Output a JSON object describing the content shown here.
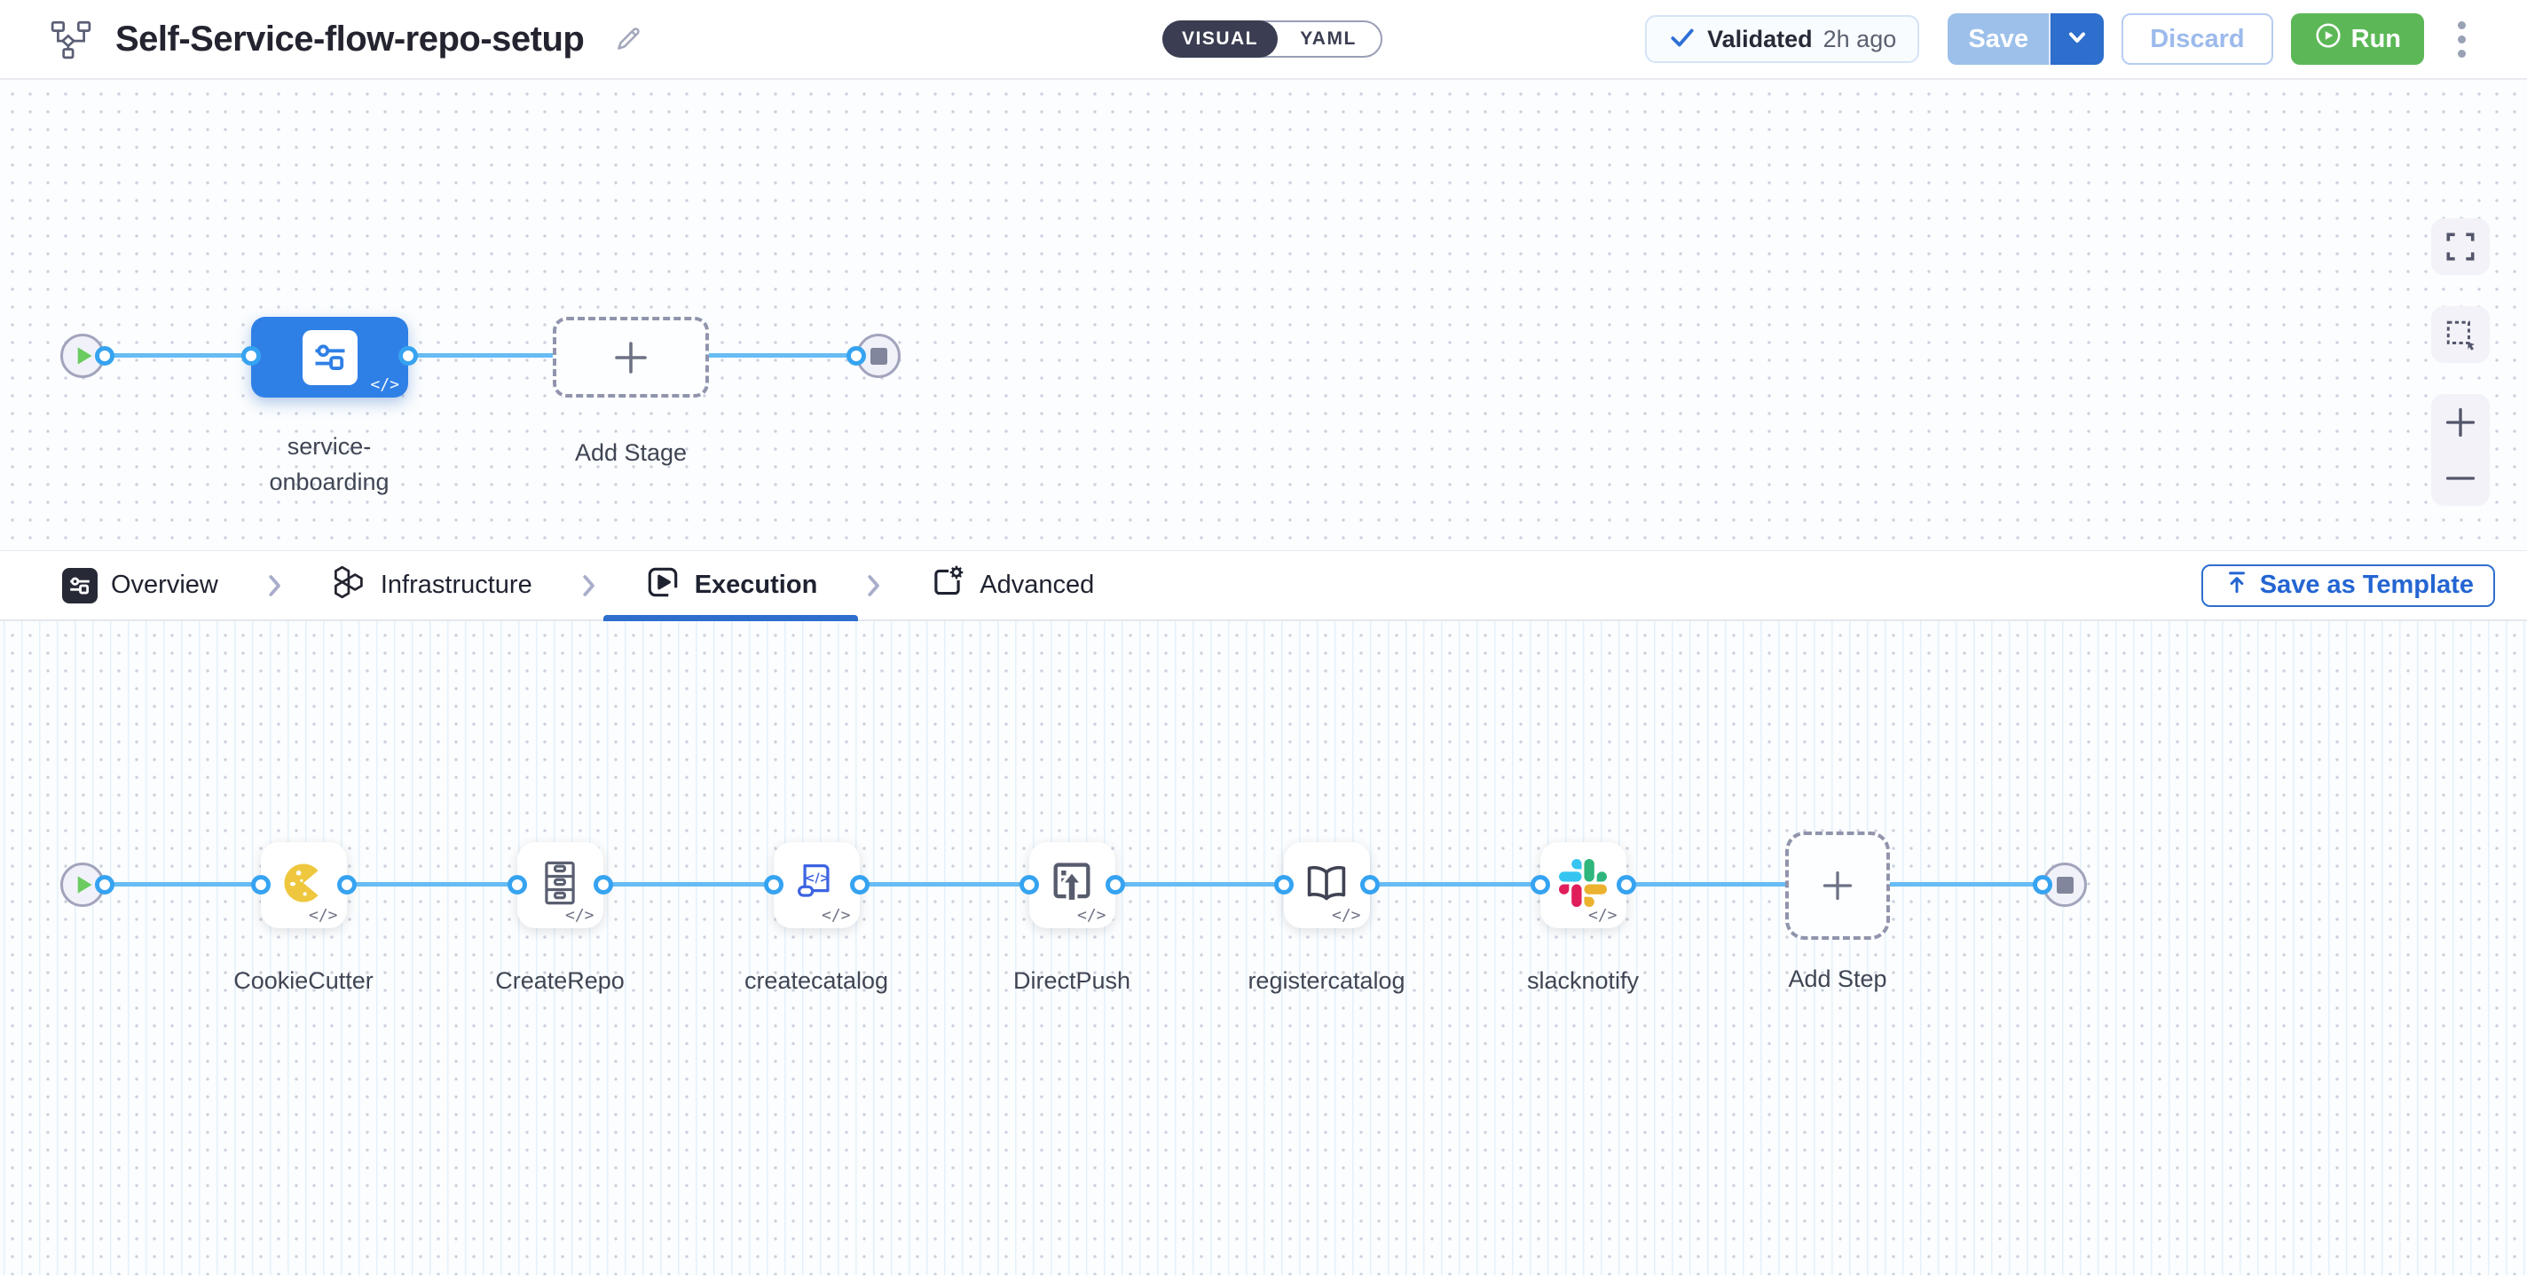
{
  "header": {
    "flow_title": "Self-Service-flow-repo-setup",
    "mode_visual": "VISUAL",
    "mode_yaml": "YAML",
    "validated_label": "Validated",
    "validated_time": "2h ago",
    "save": "Save",
    "discard": "Discard",
    "run": "Run"
  },
  "stage_canvas": {
    "stage_name": "service-onboarding",
    "add_stage": "Add Stage"
  },
  "tabs": {
    "items": [
      {
        "label": "Overview"
      },
      {
        "label": "Infrastructure"
      },
      {
        "label": "Execution"
      },
      {
        "label": "Advanced"
      }
    ],
    "active_tab": "Execution",
    "save_as_template": "Save as Template"
  },
  "execution_canvas": {
    "steps": [
      {
        "label": "CookieCutter",
        "icon": "cookiecutter-icon"
      },
      {
        "label": "CreateRepo",
        "icon": "drawer-cabinet-icon"
      },
      {
        "label": "createcatalog",
        "icon": "code-scroll-icon"
      },
      {
        "label": "DirectPush",
        "icon": "upload-screen-icon"
      },
      {
        "label": "registercatalog",
        "icon": "open-book-icon"
      },
      {
        "label": "slacknotify",
        "icon": "slack-icon"
      }
    ],
    "add_step": "Add Step"
  },
  "misc": {
    "code_badge": "</>"
  },
  "colors": {
    "accent_blue": "#2e6ecd",
    "stage_blue": "#2f80e6",
    "connector_blue": "#66bcf3",
    "run_green": "#5cb857",
    "play_green": "#6bcb60",
    "cookie_yellow": "#eec73e",
    "slack_blue": "#36C5F0",
    "slack_green": "#2EB67D",
    "slack_red": "#E01E5A",
    "slack_yellow": "#ECB22E"
  }
}
